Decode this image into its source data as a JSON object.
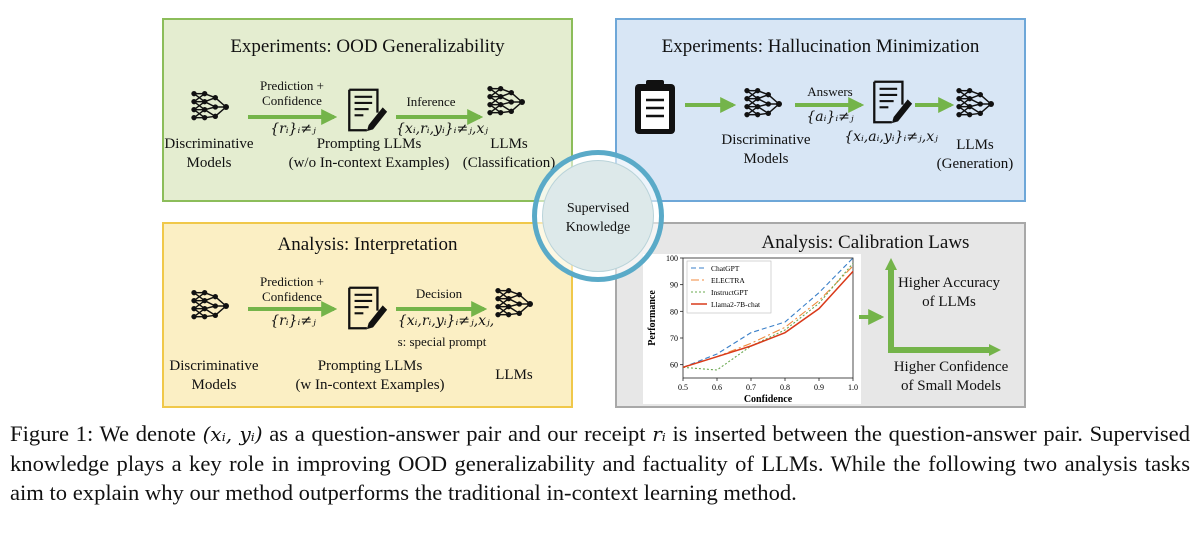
{
  "panels": {
    "ood": {
      "title": "Experiments: OOD Generalizability",
      "pred_conf": [
        "Prediction +",
        "Confidence"
      ],
      "r_set": "{rᵢ}ᵢ≠ⱼ",
      "inference": "Inference",
      "tuple": "{xᵢ,rᵢ,yᵢ}ᵢ≠ⱼ,xⱼ",
      "disc_models": [
        "Discriminative",
        "Models"
      ],
      "prompting": [
        "Prompting LLMs",
        "(w/o In-context Examples)"
      ],
      "llms": [
        "LLMs",
        "(Classification)"
      ]
    },
    "halluc": {
      "title": "Experiments: Hallucination Minimization",
      "answers": "Answers",
      "a_set": "{aᵢ}ᵢ≠ⱼ",
      "tuple": "{xᵢ,aᵢ,yᵢ}ᵢ≠ⱼ,xⱼ",
      "disc_models": [
        "Discriminative",
        "Models"
      ],
      "llms": [
        "LLMs",
        "(Generation)"
      ]
    },
    "interp": {
      "title": "Analysis: Interpretation",
      "pred_conf": [
        "Prediction +",
        "Confidence"
      ],
      "r_set": "{rᵢ}ᵢ≠ⱼ",
      "decision": "Decision",
      "tuple": "{xᵢ,rᵢ,yᵢ}ᵢ≠ⱼ,xⱼ,",
      "special": "s: special prompt",
      "disc_models": [
        "Discriminative",
        "Models"
      ],
      "prompting": [
        "Prompting LLMs",
        "(w In-context Examples)"
      ],
      "llms": "LLMs"
    },
    "calib": {
      "title": "Analysis: Calibration Laws",
      "higher_acc": [
        "Higher Accuracy",
        "of LLMs"
      ],
      "higher_conf": [
        "Higher Confidence",
        "of Small Models"
      ]
    }
  },
  "center": [
    "Supervised",
    "Knowledge"
  ],
  "colors": {
    "green_bg": "#e4edd0",
    "green_border": "#8cbd5a",
    "blue_bg": "#d8e6f5",
    "blue_border": "#6ea7d8",
    "yellow_bg": "#fbefc4",
    "yellow_border": "#f0c84a",
    "gray_bg": "#e7e7e7",
    "gray_border": "#a8a8a8",
    "arrow": "#74b44a",
    "circle": "#5aaac8"
  },
  "chart_data": {
    "type": "line",
    "x": [
      0.5,
      0.6,
      0.7,
      0.8,
      0.9,
      1.0
    ],
    "xlabel": "Confidence",
    "ylabel": "Performance",
    "xlim": [
      0.5,
      1.0
    ],
    "ylim": [
      55,
      100
    ],
    "xticks": [
      "0.5",
      "0.6",
      "0.7",
      "0.8",
      "0.9",
      "1.0"
    ],
    "yticks": [
      "60",
      "70",
      "80",
      "90",
      "100"
    ],
    "series": [
      {
        "name": "ChatGPT",
        "values": [
          59,
          64,
          72,
          76,
          87,
          100
        ],
        "color": "#3a7fc8",
        "dash": "5,3"
      },
      {
        "name": "ELECTRA",
        "values": [
          59,
          63,
          68,
          74,
          84,
          97
        ],
        "color": "#f08a3c",
        "dash": "8,3,2,3"
      },
      {
        "name": "InstructGPT",
        "values": [
          59,
          58,
          67,
          73,
          83,
          98
        ],
        "color": "#6aa84f",
        "dash": "2,2"
      },
      {
        "name": "Llama2-7B-chat",
        "values": [
          59,
          63,
          67,
          72,
          81,
          95
        ],
        "color": "#d93a1a",
        "dash": ""
      }
    ],
    "legend": "top-left"
  },
  "caption": {
    "p1": "Figure 1:  We denote ",
    "m1": "(xᵢ, yᵢ)",
    "p2": " as a question-answer pair and our receipt ",
    "m2": "rᵢ",
    "p3": " is inserted between the question-answer pair.  Supervised knowledge plays a key role in improving OOD generalizability and factuality of LLMs.  While the following two analysis tasks aim to explain why our method outperforms the traditional in-context learning method."
  }
}
